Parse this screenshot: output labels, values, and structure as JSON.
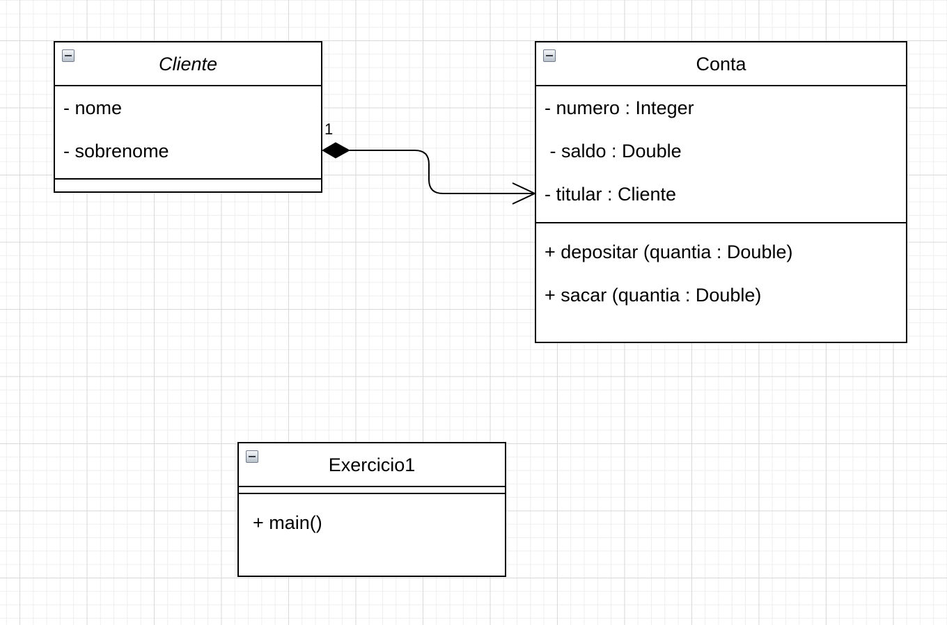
{
  "classes": {
    "cliente": {
      "name": "Cliente",
      "attributes": [
        "- nome",
        "- sobrenome"
      ],
      "methods": []
    },
    "conta": {
      "name": "Conta",
      "attributes": [
        "- numero : Integer",
        " - saldo : Double",
        "- titular : Cliente"
      ],
      "methods": [
        "+ depositar (quantia : Double)",
        "+ sacar (quantia : Double)"
      ]
    },
    "exercicio1": {
      "name": "Exercicio1",
      "attributes": [],
      "methods": [
        "+ main()"
      ]
    }
  },
  "association": {
    "type": "composition",
    "from": "Cliente",
    "to": "Conta",
    "multiplicity": "1"
  },
  "icons": {
    "collapse": "collapse-minus-icon"
  },
  "colors": {
    "grid_major": "#d9d9d9",
    "grid_minor": "#eeeeee",
    "stroke": "#000000"
  }
}
